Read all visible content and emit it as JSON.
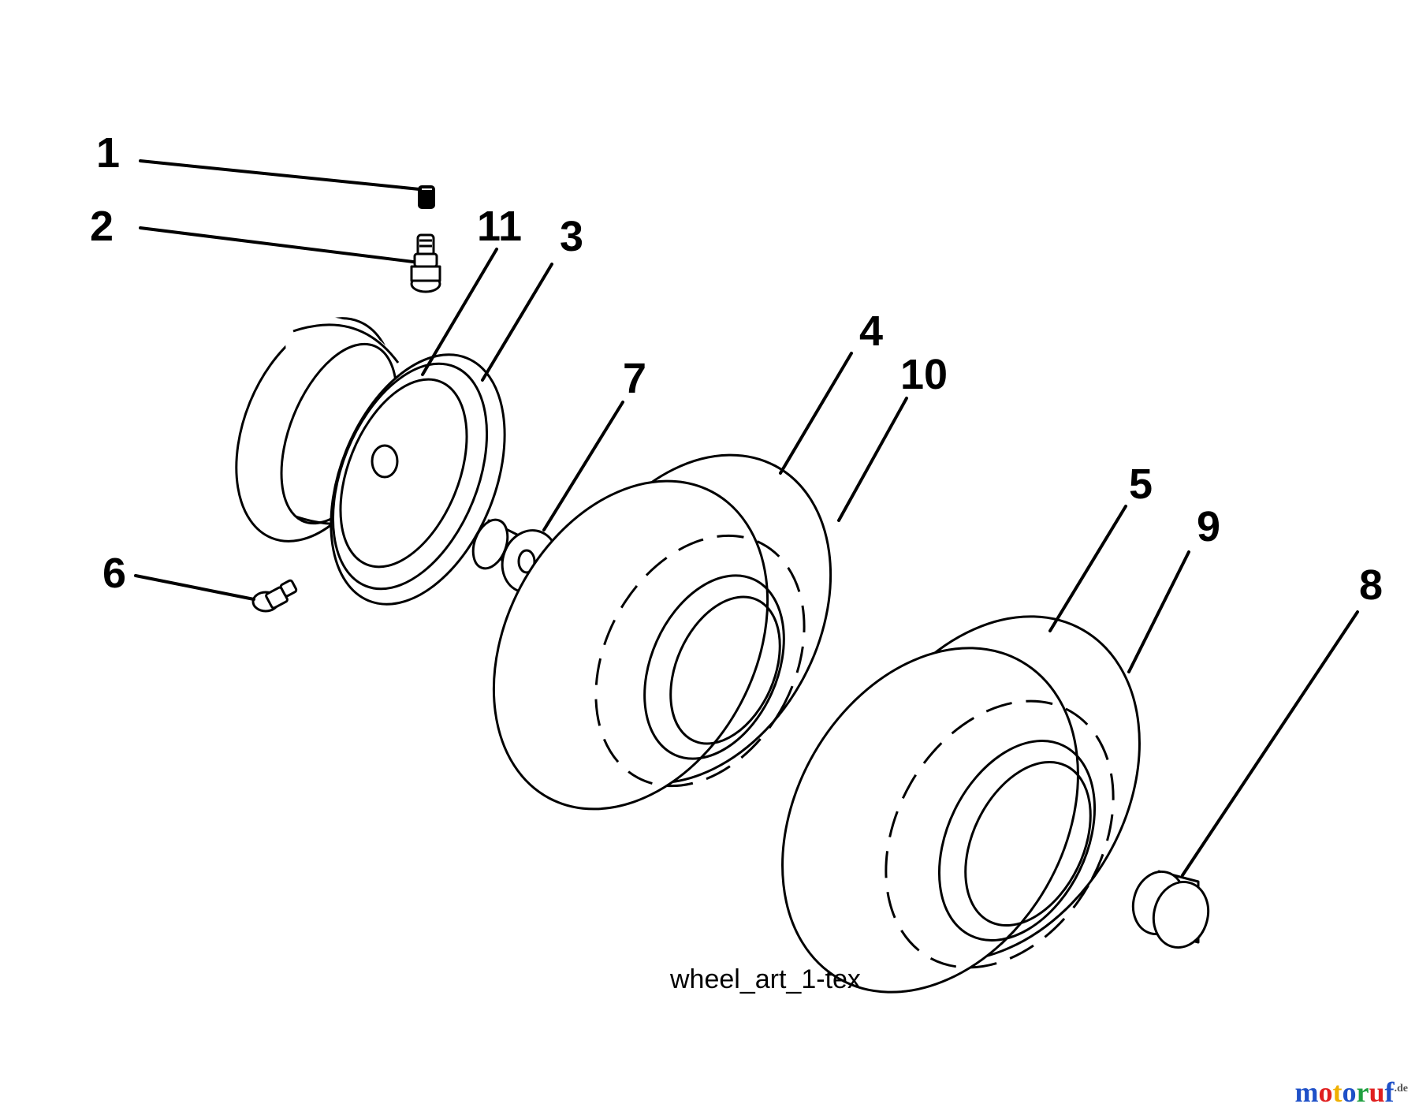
{
  "caption": "wheel_art_1-tex",
  "callouts": {
    "p1": "1",
    "p2": "2",
    "p3": "3",
    "p4": "4",
    "p5": "5",
    "p6": "6",
    "p7": "7",
    "p8": "8",
    "p9": "9",
    "p10": "10",
    "p11": "11"
  },
  "watermark": {
    "brand": "motoruf",
    "tld": ".de",
    "colors": [
      "#1e50c8",
      "#e02020",
      "#f0b000",
      "#1e50c8",
      "#20a040",
      "#e02020",
      "#1e50c8"
    ]
  }
}
